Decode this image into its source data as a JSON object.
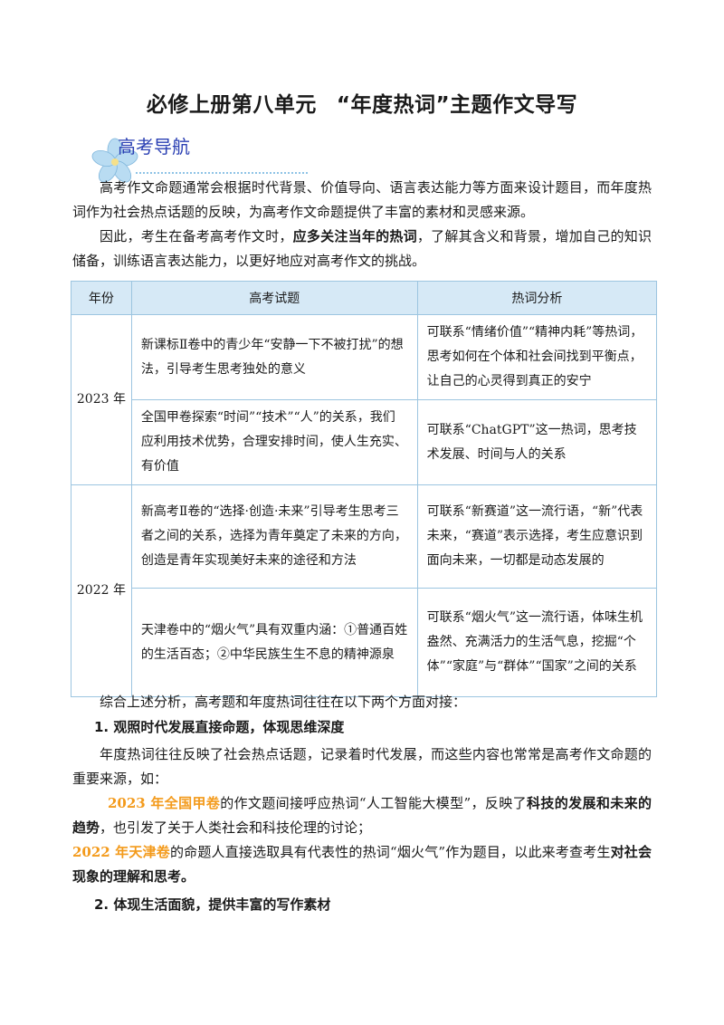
{
  "title": {
    "part1": "必修上册第八单元",
    "part2": "“年度热词”主题作文导写"
  },
  "section_label": "高考导航",
  "intro": {
    "p1": "高考作文命题通常会根据时代背景、价值导向、语言表达能力等方面来设计题目，而年度热词作为社会热点话题的反映，为高考作文命题提供了丰富的素材和灵感来源。",
    "p2_a": "因此，考生在备考高考作文时，",
    "p2_bold": "应多关注当年的热词",
    "p2_b": "，了解其含义和背景，增加自己的知识储备，训练语言表达能力，以更好地应对高考作文的挑战。"
  },
  "table": {
    "headers": [
      "年份",
      "高考试题",
      "热词分析"
    ],
    "groups": [
      {
        "year": "2023 年",
        "rows": [
          {
            "q": "新课标Ⅱ卷中的青少年“安静一下不被打扰”的想法，引导考生思考独处的意义",
            "a": "可联系“情绪价值”“精神内耗”等热词，思考如何在个体和社会间找到平衡点，让自己的心灵得到真正的安宁"
          },
          {
            "q": "全国甲卷探索“时间”“技术”“人”的关系，我们应利用技术优势，合理安排时间，使人生充实、有价值",
            "a": "可联系“ChatGPT”这一热词，思考技术发展、时间与人的关系"
          }
        ]
      },
      {
        "year": "2022 年",
        "rows": [
          {
            "q": "新高考Ⅱ卷的“选择·创造·未来”引导考生思考三者之间的关系，选择为青年奠定了未来的方向，创造是青年实现美好未来的途径和方法",
            "a": "可联系“新赛道”这一流行语，“新”代表未来，“赛道”表示选择，考生应意识到面向未来，一切都是动态发展的"
          },
          {
            "q": "天津卷中的“烟火气”具有双重内涵：①普通百姓的生活百态；②中华民族生生不息的精神源泉",
            "a": "可联系“烟火气”这一流行语，体味生机盎然、充满活力的生活气息，挖掘“个体”“家庭”与“群体”“国家”之间的关系"
          }
        ]
      }
    ]
  },
  "summary": "综合上述分析，高考题和年度热词往往在以下两个方面对接：",
  "heading1": "1. 观照时代发展直接命题，体现思维深度",
  "p3": "年度热词往往反映了社会热点话题，记录着时代发展，而这些内容也常常是高考作文命题的重要来源，如：",
  "p4": {
    "orange": "2023 年全国甲卷",
    "a": "的作文题间接呼应热词“人工智能大模型”，反映了",
    "bold": "科技的发展和未来的趋势",
    "b": "，也引发了关于人类社会和科技伦理的讨论；"
  },
  "p5": {
    "orange": "2022 年天津卷",
    "a": "的命题人直接选取具有代表性的热词“烟火气”作为题目，以此来考查考生",
    "bold": "对社会现象的理解和思考。"
  },
  "heading2": "2. 体现生活面貌，提供丰富的写作素材",
  "colors": {
    "accent_blue": "#2a3fb3",
    "header_bg": "#d6e9f6",
    "border": "#9cc5e0",
    "orange": "#f39a1b"
  },
  "icons": [
    "flower-icon"
  ]
}
